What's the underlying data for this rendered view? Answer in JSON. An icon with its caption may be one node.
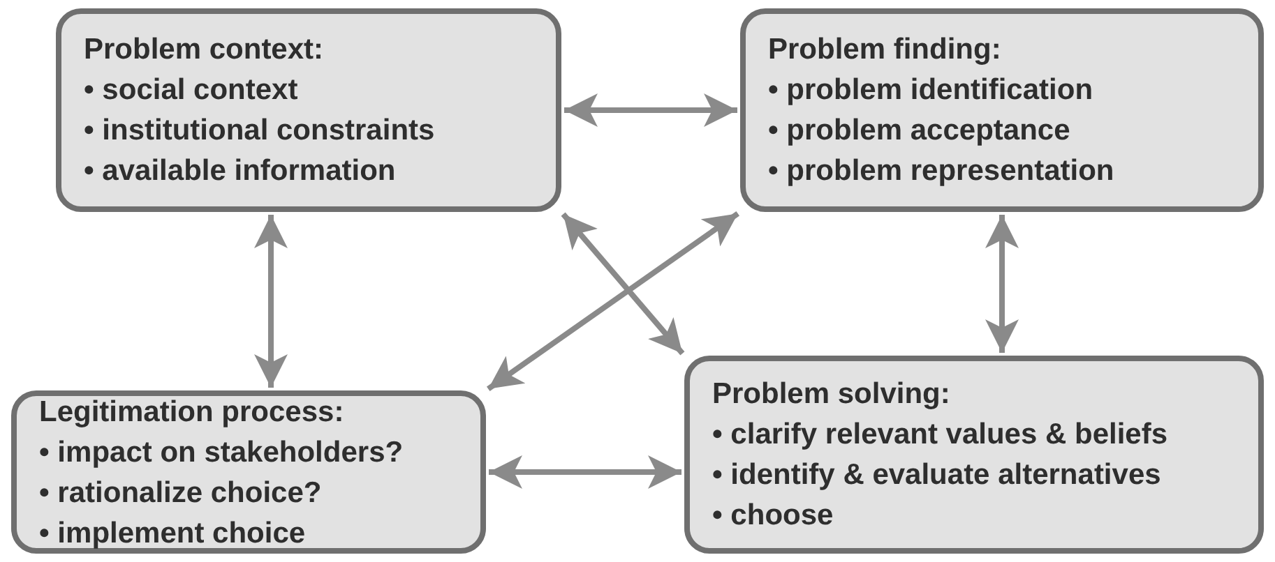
{
  "diagram": {
    "nodes": [
      {
        "text": [
          "Problem context:",
          "• social context",
          "• institutional constraints",
          "• available information"
        ]
      },
      {
        "text": [
          "Problem finding:",
          "• problem identification",
          "• problem acceptance",
          "• problem representation"
        ]
      },
      {
        "text": [
          "Legitimation process:",
          "• impact on stakeholders?",
          "• rationalize choice?",
          "• implement choice"
        ]
      },
      {
        "text": [
          "Problem solving:",
          "• clarify relevant values & beliefs",
          "• identify & evaluate alternatives",
          "• choose"
        ]
      }
    ],
    "edges": [
      {
        "from": 0,
        "to": 1,
        "arrow": "both"
      },
      {
        "from": 0,
        "to": 2,
        "arrow": "both"
      },
      {
        "from": 1,
        "to": 3,
        "arrow": "both"
      },
      {
        "from": 0,
        "to": 3,
        "arrow": "both"
      },
      {
        "from": 1,
        "to": 2,
        "arrow": "both"
      },
      {
        "from": 2,
        "to": 3,
        "arrow": "both"
      }
    ]
  }
}
